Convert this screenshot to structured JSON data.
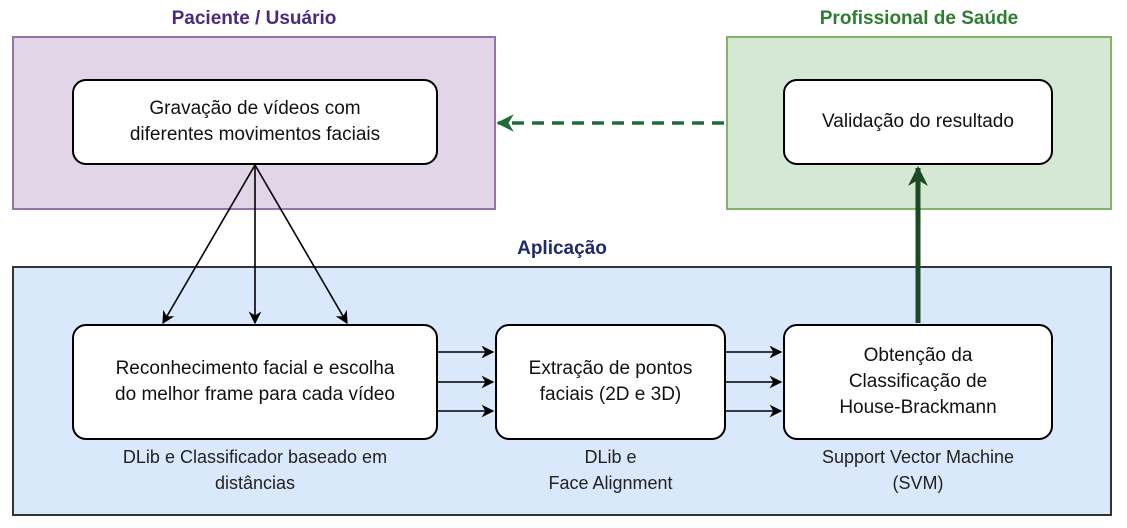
{
  "colors": {
    "patient_fill": "#e1d5e7",
    "patient_border": "#9673a6",
    "patient_title": "#4c2a7a",
    "pro_fill": "#d5e8d4",
    "pro_border": "#82b366",
    "pro_title": "#2e7d32",
    "app_fill": "#dae8fc",
    "app_border": "#333333",
    "app_title": "#1f2a6b",
    "dashed_arrow": "#1e6b3a",
    "feedback_arrow": "#1a4a24"
  },
  "regions": {
    "patient": {
      "title": "Paciente / Usuário"
    },
    "professional": {
      "title": "Profissional de Saúde"
    },
    "application": {
      "title": "Aplicação"
    }
  },
  "boxes": {
    "recording": {
      "lines": [
        "Gravação de vídeos com",
        "diferentes movimentos faciais"
      ]
    },
    "validation": {
      "lines": [
        "Validação do resultado"
      ]
    },
    "recognition": {
      "lines": [
        "Reconhecimento facial e escolha",
        "do melhor frame para cada vídeo"
      ]
    },
    "extraction": {
      "lines": [
        "Extração de pontos",
        "faciais (2D e 3D)"
      ]
    },
    "classification": {
      "lines": [
        "Obtenção da",
        "Classificação de",
        "House-Brackmann"
      ]
    }
  },
  "captions": {
    "recognition": [
      "DLib e Classificador baseado em",
      "distâncias"
    ],
    "extraction": [
      "DLib e",
      "Face Alignment"
    ],
    "classification": [
      "Support Vector Machine",
      "(SVM)"
    ]
  }
}
